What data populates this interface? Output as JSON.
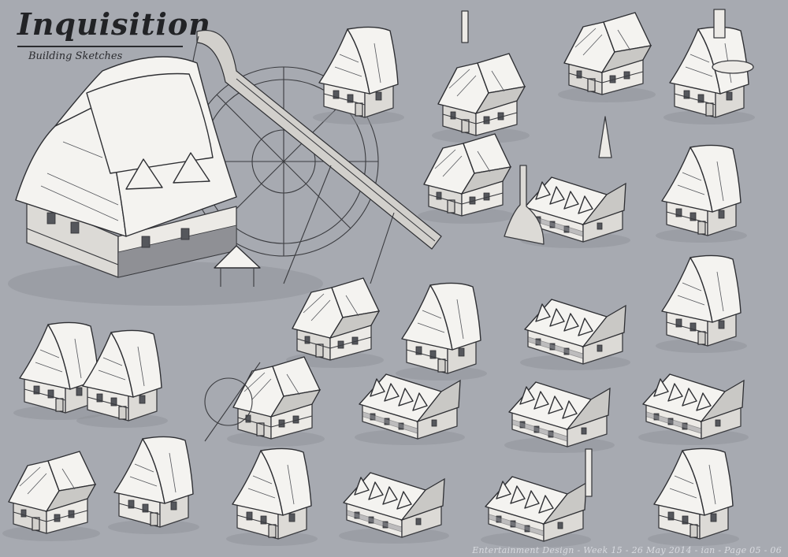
{
  "header": {
    "title": "Inquisition",
    "subtitle": "Building Sketches"
  },
  "footer": {
    "credit": "Entertainment Design - Week 15 - 26 May 2014 - ian - Page 05 - 06"
  },
  "colors": {
    "background": "#a7aab1",
    "ink": "#2e2f33",
    "paper": "#eceae6",
    "footer_text": "#d9dbe0"
  }
}
